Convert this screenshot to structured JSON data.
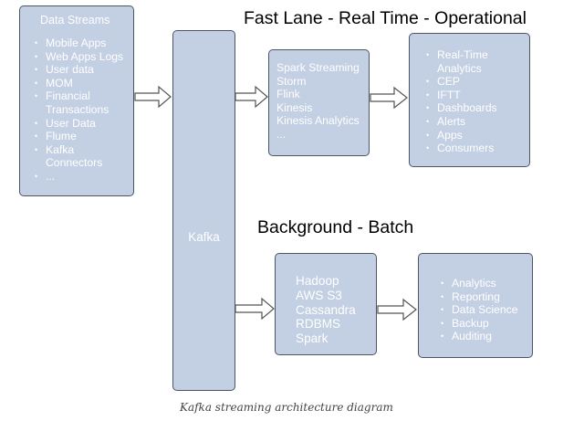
{
  "headings": {
    "fast_lane": "Fast Lane - Real Time - Operational",
    "background": "Background - Batch"
  },
  "sources": {
    "title": "Data Streams",
    "items": [
      "Mobile Apps",
      "Web Apps Logs",
      "User data",
      "MOM",
      "Financial Transactions",
      "User Data",
      "Flume",
      "Kafka Connectors",
      "..."
    ]
  },
  "kafka": {
    "label": "Kafka"
  },
  "stream_processors": {
    "items": [
      "Spark Streaming",
      "Storm",
      "Flink",
      "Kinesis",
      "Kinesis Analytics",
      "..."
    ]
  },
  "realtime_outputs": {
    "items": [
      "Real-Time Analytics",
      "CEP",
      "IFTT",
      "Dashboards",
      "Alerts",
      "Apps",
      "Consumers"
    ]
  },
  "batch_storage": {
    "items": [
      "Hadoop",
      "AWS S3",
      "Cassandra",
      "RDBMS",
      "Spark"
    ]
  },
  "batch_outputs": {
    "items": [
      "Analytics",
      "Reporting",
      "Data Science",
      "Backup",
      "Auditing"
    ]
  },
  "caption": "Kafka streaming architecture diagram",
  "colors": {
    "box_fill": "#c3cfe3",
    "box_border": "#4b5566",
    "box_text": "#ffffff"
  }
}
